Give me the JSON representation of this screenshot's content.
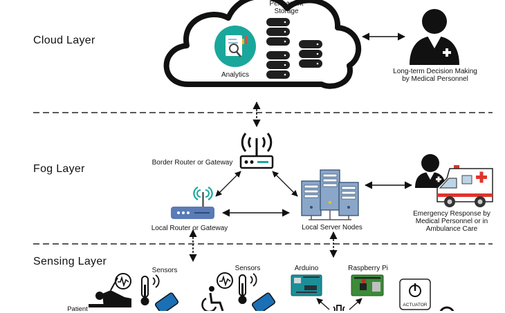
{
  "layers": {
    "cloud": "Cloud Layer",
    "fog": "Fog Layer",
    "sensing": "Sensing Layer"
  },
  "cloud": {
    "storage_label": "Permanent\nStorage",
    "analytics_label": "Analytics",
    "decision_label": "Long-term Decision Making\nby Medical Personnel"
  },
  "fog": {
    "border_router_label": "Border Router or Gateway",
    "local_router_label": "Local Router or Gateway",
    "server_nodes_label": "Local Server Nodes",
    "emergency_label": "Emergency Response by\nMedical Personnel or in\nAmbulance Care"
  },
  "sensing": {
    "sensors_label_1": "Sensors",
    "sensors_label_2": "Sensors",
    "patient_label": "Patient",
    "arduino_label": "Arduino",
    "raspberry_label": "Raspberry Pi",
    "actuator_label": "ACTUATOR"
  },
  "colors": {
    "teal": "#1aa79b",
    "dark": "#222222",
    "router_blue": "#5a7bb5",
    "server_blue": "#8aa6c9",
    "ambulance_red": "#e0342b",
    "board_teal": "#1d8e97",
    "board_green": "#3c8a3a"
  }
}
